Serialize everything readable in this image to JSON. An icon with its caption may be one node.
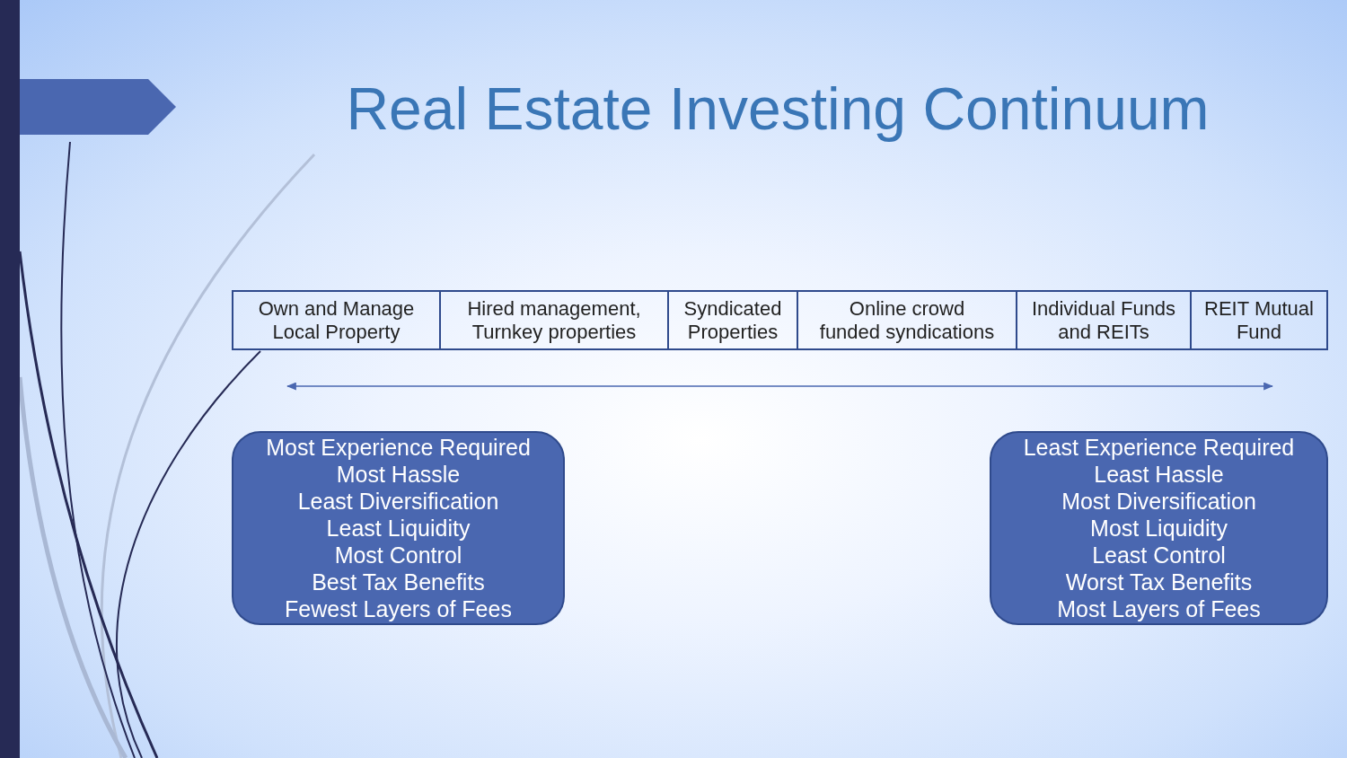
{
  "diagram": {
    "title": "Real Estate Investing Continuum",
    "nodes": [
      {
        "text": [
          "Own and Manage Local Property"
        ]
      },
      {
        "text": [
          "Hired management, Turnkey properties"
        ]
      },
      {
        "text": [
          "Syndicated Properties"
        ]
      },
      {
        "text": [
          "Online crowd funded syndications"
        ]
      },
      {
        "text": [
          "Individual Funds and REITs"
        ]
      },
      {
        "text": [
          "REIT Mutual Fund"
        ]
      },
      {
        "text": [
          "Most Experience Required",
          "Most Hassle",
          "Least Diversification",
          "Least Liquidity",
          "Most Control",
          "Best Tax Benefits",
          "Fewest Layers of Fees"
        ]
      },
      {
        "text": [
          "Least Experience Required",
          "Least Hassle",
          "Most Diversification",
          "Most Liquidity",
          "Least Control",
          "Worst Tax Benefits",
          "Most Layers of Fees"
        ]
      }
    ]
  }
}
